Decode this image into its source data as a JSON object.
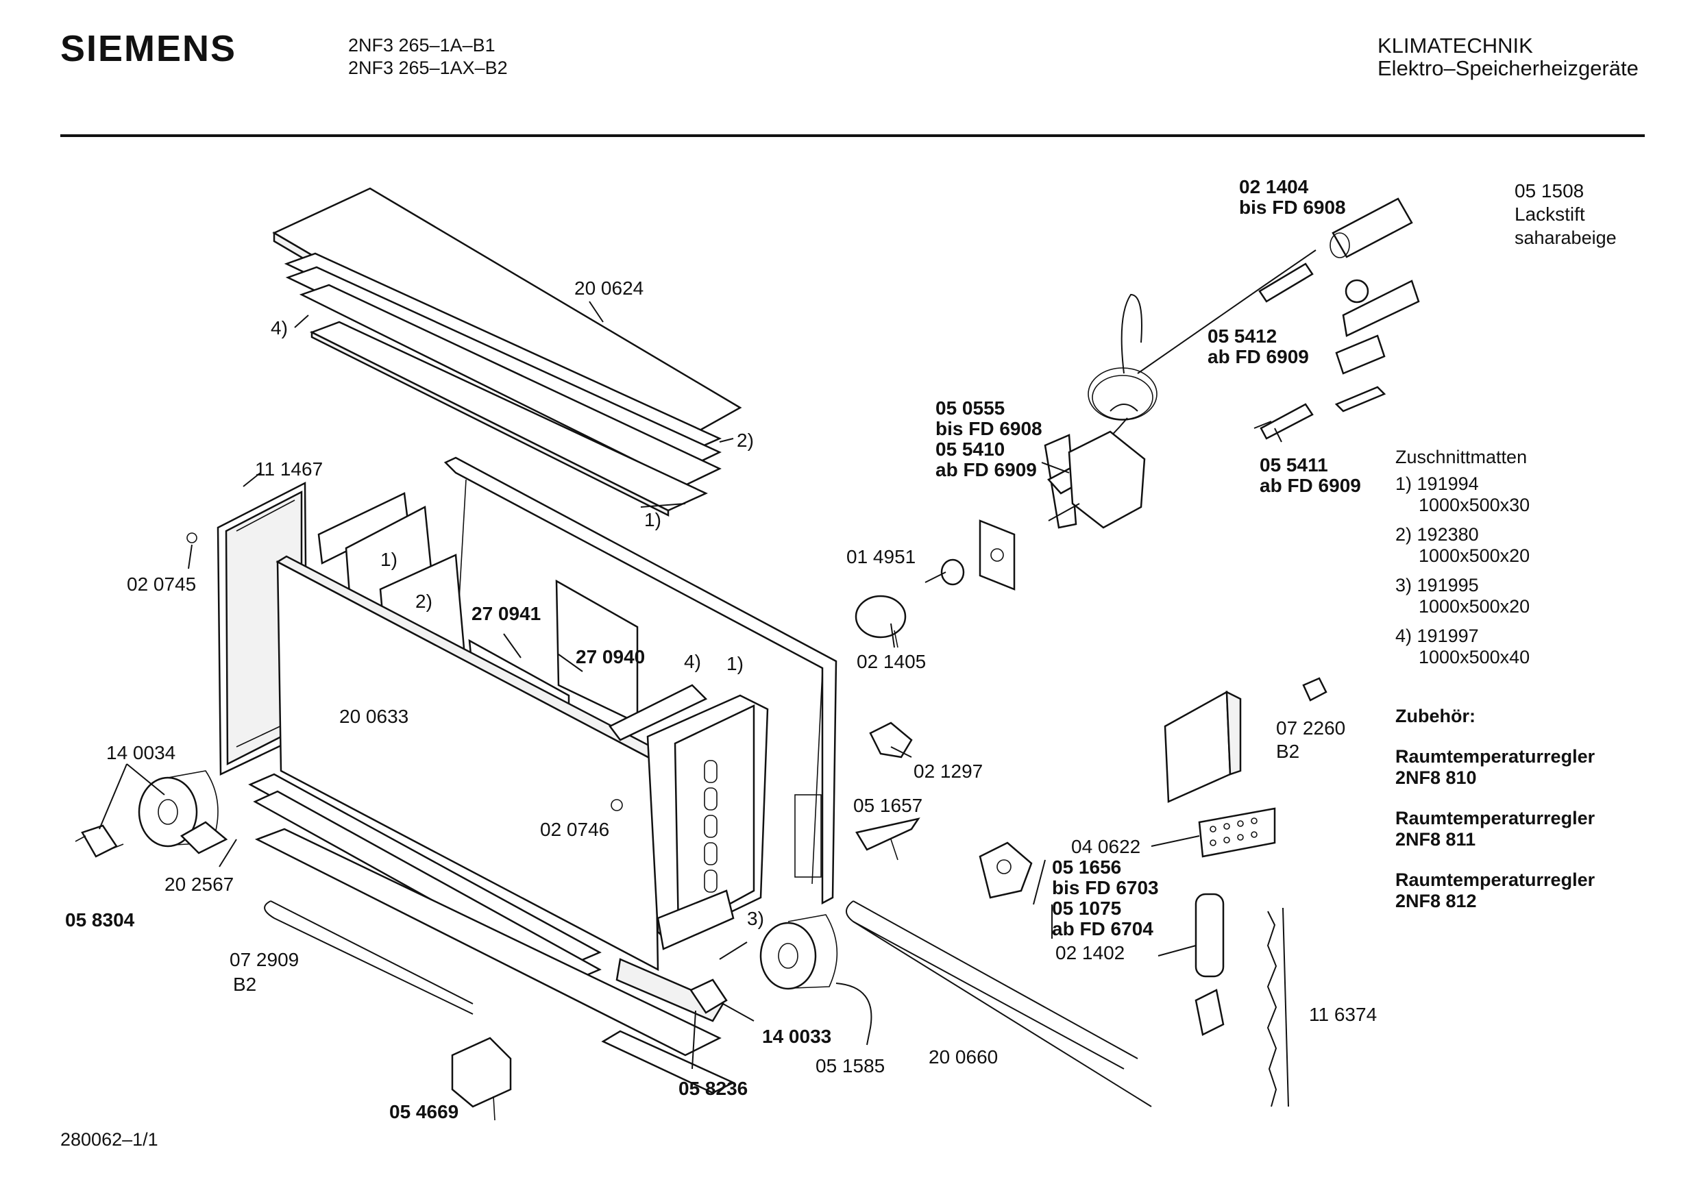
{
  "header": {
    "brand": "SIEMENS",
    "model_1": "2NF3 265–1A–B1",
    "model_2": "2NF3 265–1AX–B2",
    "category_1": "KLIMATECHNIK",
    "category_2": "Elektro–Speicherheizgeräte"
  },
  "footer": {
    "doc_id": "280062–1/1"
  },
  "labels": {
    "p200624": "20 0624",
    "n4a": "4)",
    "n2a": "2)",
    "n1a": "1)",
    "p111467": "11 1467",
    "p020745": "02 0745",
    "n1b": "1)",
    "n2b": "2)",
    "p270941": "27 0941",
    "p270940": "27 0940",
    "n4b": "4)",
    "n1c": "1)",
    "p200633": "20 0633",
    "p140034": "14 0034",
    "p020746": "02 0746",
    "p202567": "20 2567",
    "p058304": "05 8304",
    "p072909": "07 2909",
    "b2a": "B2",
    "n3": "3)",
    "p140033": "14 0033",
    "p058236": "05 8236",
    "p054669": "05 4669",
    "p051585": "05 1585",
    "p200660": "20 0660",
    "p021404": "02 1404",
    "bis6908a": "bis FD 6908",
    "p055412": "05 5412",
    "ab6909a": "ab FD 6909",
    "p050555": "05 0555",
    "bis6908b": "bis FD 6908",
    "p055410": "05 5410",
    "ab6909b": "ab FD 6909",
    "p055411": "05 5411",
    "ab6909c": "ab FD 6909",
    "p014951": "01 4951",
    "p021405": "02 1405",
    "p021297": "02 1297",
    "p051657": "05 1657",
    "p072260": "07 2260",
    "b2b": "B2",
    "p040622": "04 0622",
    "p051656": "05 1656",
    "bis6703": "bis FD 6703",
    "p051075": "05 1075",
    "ab6704": "ab FD 6704",
    "p021402": "02 1402",
    "p116374": "11 6374"
  },
  "side": {
    "lackstift_part": "05 1508",
    "lackstift_name": "Lackstift",
    "lackstift_color": "saharabeige",
    "mats_title": "Zuschnittmatten",
    "mats": [
      {
        "ref": "1)",
        "part": "191994",
        "size": "1000x500x30"
      },
      {
        "ref": "2)",
        "part": "192380",
        "size": "1000x500x20"
      },
      {
        "ref": "3)",
        "part": "191995",
        "size": "1000x500x20"
      },
      {
        "ref": "4)",
        "part": "191997",
        "size": "1000x500x40"
      }
    ],
    "accessories_title": "Zubehör:",
    "accessories": [
      {
        "name": "Raumtemperaturregler",
        "model": "2NF8 810"
      },
      {
        "name": "Raumtemperaturregler",
        "model": "2NF8 811"
      },
      {
        "name": "Raumtemperaturregler",
        "model": "2NF8 812"
      }
    ]
  }
}
